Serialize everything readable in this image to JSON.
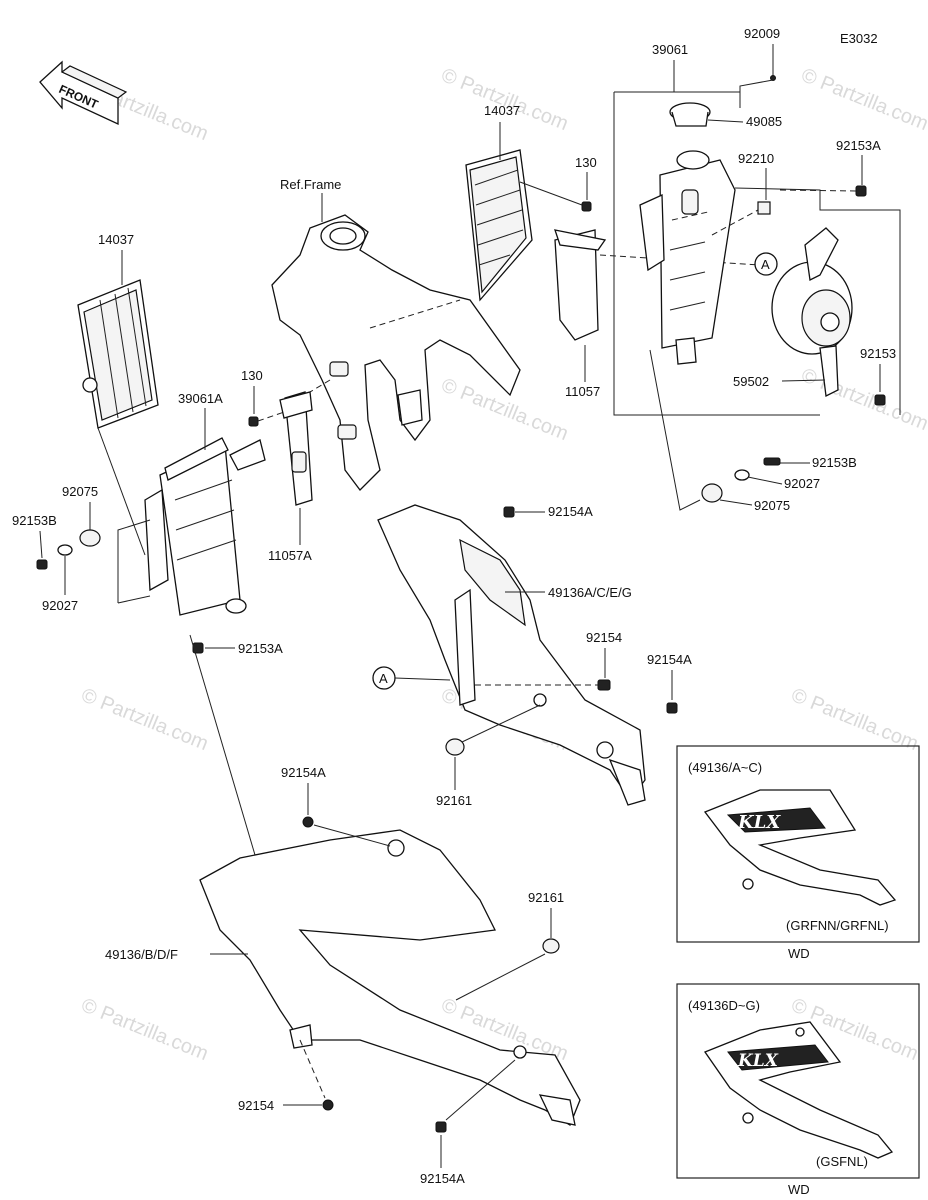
{
  "diagram_code": "E3032",
  "front_label": "FRONT",
  "frame_label": "Ref.Frame",
  "watermark": "© Partzilla.com",
  "callouts": {
    "p39061": "39061",
    "p92009": "92009",
    "p49085": "49085",
    "p14037_r": "14037",
    "p130_r": "130",
    "p92210": "92210",
    "p92153A_r": "92153A",
    "p11057": "11057",
    "p59502": "59502",
    "p92153": "92153",
    "p92153B_r": "92153B",
    "p92027_r": "92027",
    "p92075_r": "92075",
    "p14037_l": "14037",
    "p130_l": "130",
    "p39061A": "39061A",
    "p92075_l": "92075",
    "p92153B_l": "92153B",
    "p92027_l": "92027",
    "p11057A": "11057A",
    "p92153A_l": "92153A",
    "p92154A_1": "92154A",
    "p49136ACEG": "49136A/C/E/G",
    "p92154": "92154",
    "p92154A_2": "92154A",
    "p92161_1": "92161",
    "p92154A_3": "92154A",
    "p92161_2": "92161",
    "p49136BDF": "49136/B/D/F",
    "p92154_b": "92154",
    "p92154A_4": "92154A",
    "ref_a1": "A",
    "ref_a2": "A"
  },
  "inset_1": {
    "title": "(49136/A~C)",
    "code": "(GRFNN/GRFNL)",
    "caption": "WD"
  },
  "inset_2": {
    "title": "(49136D~G)",
    "code": "(GSFNL)",
    "caption": "WD"
  },
  "colors": {
    "line": "#111111",
    "watermark": "#d9d9d9"
  }
}
